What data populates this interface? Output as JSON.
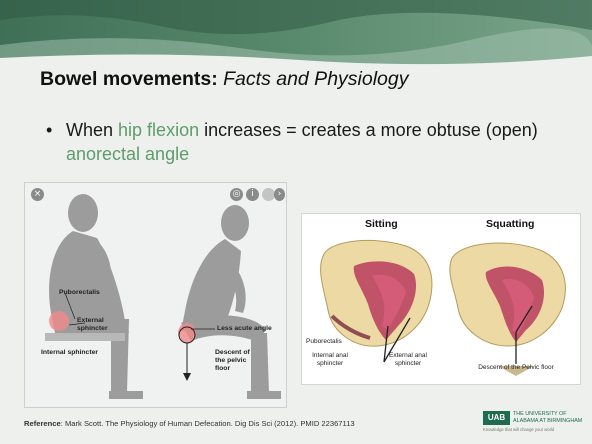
{
  "slide": {
    "title_bold": "Bowel movements:",
    "title_italic": "Facts and Physiology",
    "bullet": {
      "bullet_char": "•",
      "part1": "When ",
      "hl1": "hip flexion",
      "part2": " increases = creates a more obtuse (open) ",
      "hl2": "anorectal angle"
    },
    "highlight_color": "#5f9c6b"
  },
  "left_image": {
    "controls": {
      "close": "×",
      "info": "i",
      "next": "›"
    },
    "labels": {
      "puborectalis": "Puborectalis",
      "external_sphincter": "External sphincter",
      "internal_sphincter": "Internal sphincter",
      "less_acute_angle": "Less acute angle",
      "descent": "Descent of the pelvic floor"
    }
  },
  "right_image": {
    "sitting": "Sitting",
    "squatting": "Squatting",
    "puborectalis": "Puborectalis",
    "internal_anal": "Internal anal sphincter",
    "external_anal": "External anal sphincter",
    "descent": "Descent of the Pelvic floor"
  },
  "footer": {
    "ref_label": "Reference",
    "ref_text": ": Mark Scott. The Physiology of Human Defecation. Dig Dis Sci (2012).  PMID 22367113",
    "logo_mark": "UAB",
    "logo_name_line1": "THE UNIVERSITY OF",
    "logo_name_line2": "ALABAMA AT BIRMINGHAM",
    "logo_tagline": "Knowledge that will change your world"
  }
}
